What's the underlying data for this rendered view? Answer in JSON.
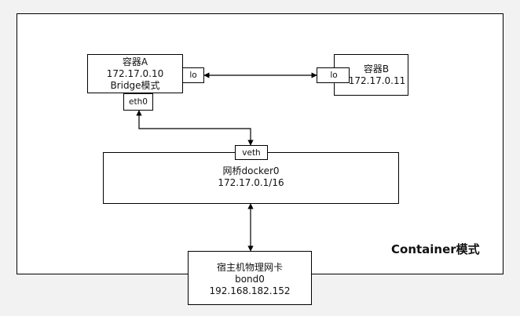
{
  "container_title": "Container模式",
  "container_a": {
    "name": "容器A",
    "ip": "172.17.0.10",
    "mode": "Bridge模式",
    "lo": "lo",
    "eth": "eth0"
  },
  "container_b": {
    "name": "容器B",
    "ip": "172.17.0.11",
    "lo": "lo"
  },
  "bridge": {
    "veth": "veth",
    "name": "网桥docker0",
    "ip": "172.17.0.1/16"
  },
  "host_nic": {
    "name": "宿主机物理网卡",
    "iface": "bond0",
    "ip": "192.168.182.152"
  }
}
